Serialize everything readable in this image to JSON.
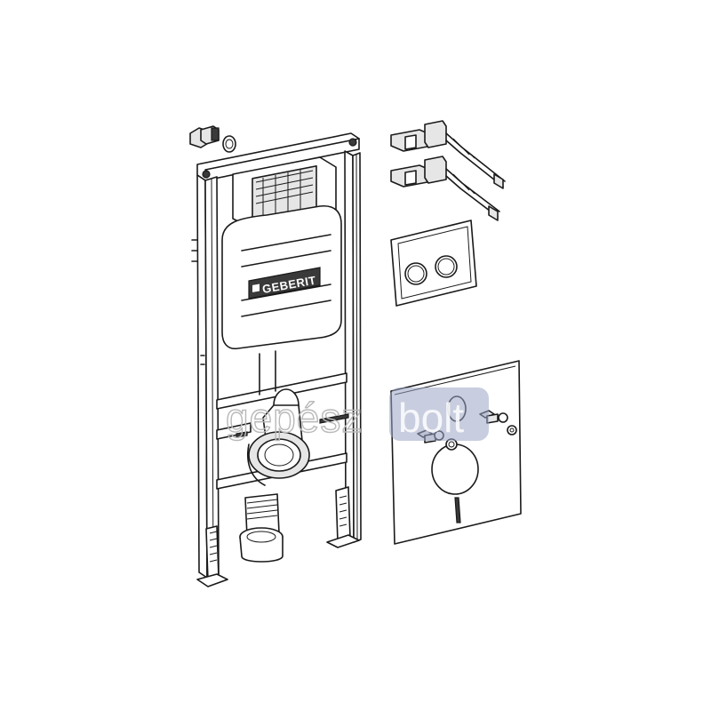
{
  "product": {
    "brand_label": "GEBERIT"
  },
  "watermark": {
    "text_left": "gepész",
    "text_badge": "bolt"
  }
}
